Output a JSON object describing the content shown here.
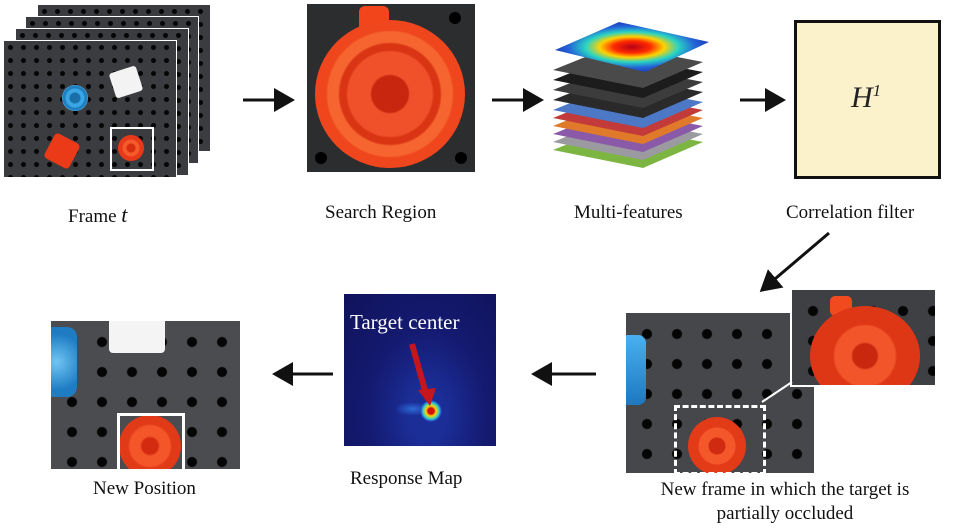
{
  "captions": {
    "frame_t": "Frame",
    "frame_t_var": "t",
    "search_region": "Search Region",
    "multi_features": "Multi-features",
    "correlation_filter": "Correlation filter",
    "filter_symbol": "H",
    "filter_superscript": "1",
    "new_frame": "New frame in which the target is partially occluded",
    "response_map": "Response Map",
    "new_position": "New Position"
  },
  "response_map": {
    "label": "Target center"
  },
  "colors": {
    "filter_fill": "#fbf2cc",
    "target_orange": "#f0441c",
    "response_bg": "#16166a",
    "arrow_red": "#c4161c",
    "bottle_blue": "#2f9bde"
  }
}
